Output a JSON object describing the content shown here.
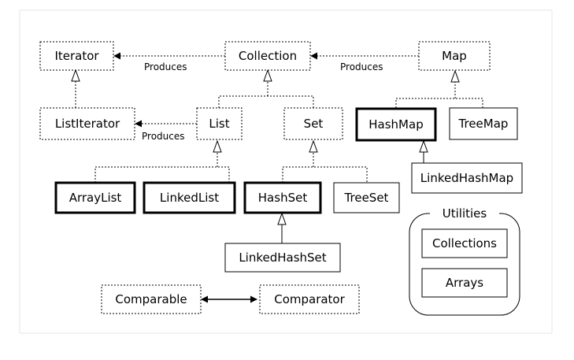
{
  "diagram": {
    "nodes": {
      "iterator": "Iterator",
      "collection": "Collection",
      "map": "Map",
      "list_iterator": "ListIterator",
      "list": "List",
      "set": "Set",
      "hash_map": "HashMap",
      "tree_map": "TreeMap",
      "linked_hash_map": "LinkedHashMap",
      "array_list": "ArrayList",
      "linked_list": "LinkedList",
      "hash_set": "HashSet",
      "tree_set": "TreeSet",
      "linked_hash_set": "LinkedHashSet",
      "comparable": "Comparable",
      "comparator": "Comparator"
    },
    "edge_labels": {
      "collection_produces_iterator": "Produces",
      "map_produces_collection": "Produces",
      "list_produces_listiterator": "Produces"
    },
    "utilities": {
      "title": "Utilities",
      "items": [
        "Collections",
        "Arrays"
      ]
    }
  }
}
